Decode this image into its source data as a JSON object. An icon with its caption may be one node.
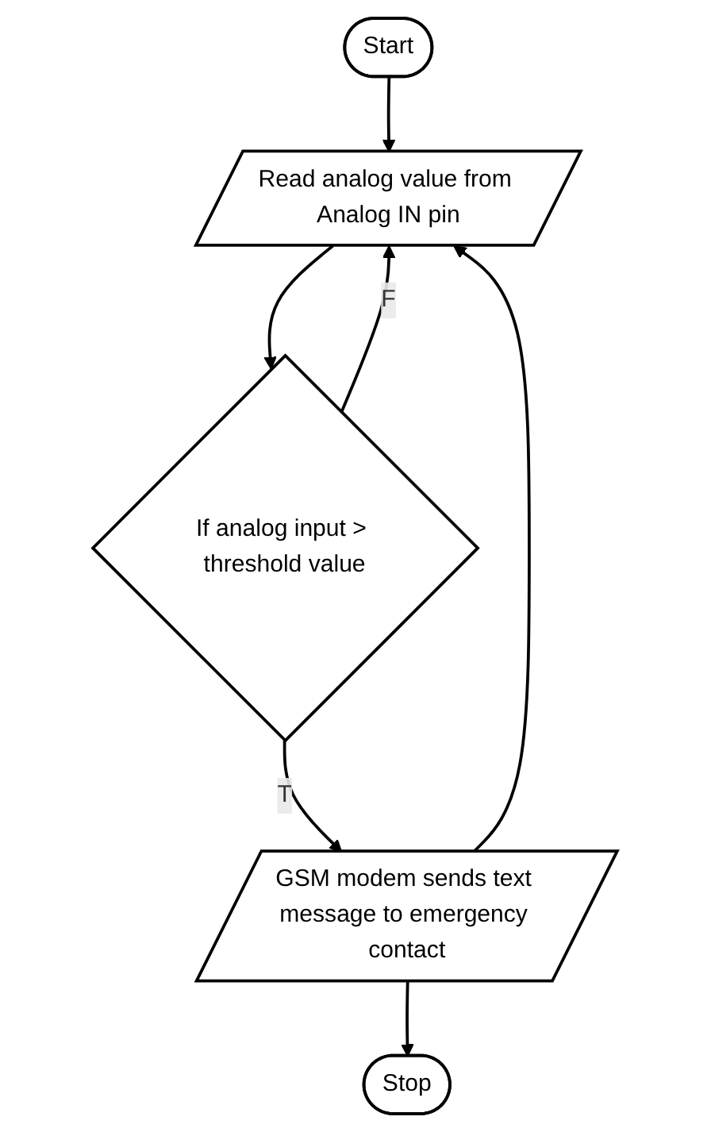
{
  "diagram": {
    "nodes": [
      {
        "text": [
          "Start"
        ]
      },
      {
        "text": [
          "Read analog value from Analog IN pin"
        ]
      },
      {
        "text": [
          "If analog input > threshold value"
        ]
      },
      {
        "text": [
          "GSM modem sends text message to emergency contact"
        ]
      },
      {
        "text": [
          "Stop"
        ]
      }
    ],
    "edges": [
      {
        "from": 0,
        "to": 1,
        "arrow": "to"
      },
      {
        "from": 1,
        "to": 2,
        "arrow": "to"
      },
      {
        "from": 2,
        "to": 1,
        "label": "F",
        "arrow": "to"
      },
      {
        "from": 2,
        "to": 3,
        "label": "T",
        "arrow": "to"
      },
      {
        "from": 3,
        "to": 1,
        "arrow": "to"
      },
      {
        "from": 3,
        "to": 4,
        "arrow": "to"
      }
    ]
  }
}
